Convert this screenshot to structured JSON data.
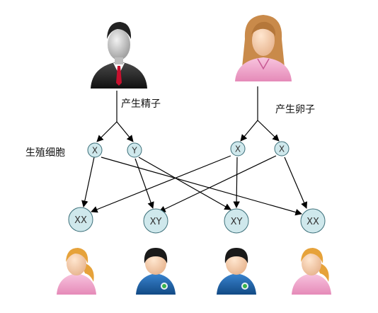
{
  "labels": {
    "father_produce": "产生精子",
    "mother_produce": "产生卵子",
    "germ_cells": "生殖细胞"
  },
  "gametes": [
    "X",
    "Y",
    "X",
    "X"
  ],
  "offspring": [
    "XX",
    "XY",
    "XY",
    "XX"
  ],
  "colors": {
    "node_fill": "#cfe8ec",
    "node_stroke": "#3b6e78",
    "arrow": "#000000",
    "girl_shirt": "#f2a6cc",
    "boy_shirt": "#1d5fa6",
    "boy_hair": "#1a1a1a",
    "girl_hair": "#e6a23a"
  },
  "icons": {
    "father": "man-in-suit-avatar",
    "mother": "woman-avatar",
    "daughter": "girl-avatar",
    "son": "boy-avatar"
  }
}
